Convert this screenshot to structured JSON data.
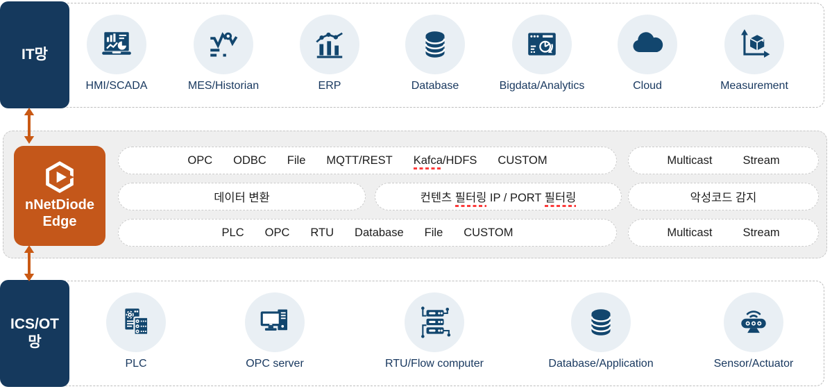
{
  "colors": {
    "navy_box": "#15395D",
    "icon_navy": "#12466E",
    "orange": "#C4571A",
    "arrow_orange": "#C95914",
    "label_navy": "#17375E",
    "panel_gray": "#EFEFEF",
    "circle_bg": "#E9EFF4",
    "spellcheck_red": "#FC3B3B"
  },
  "it_network": {
    "label": "IT망",
    "items": [
      {
        "label": "HMI/SCADA",
        "icon": "hmi-scada-icon"
      },
      {
        "label": "MES/Historian",
        "icon": "mes-historian-icon"
      },
      {
        "label": "ERP",
        "icon": "erp-icon"
      },
      {
        "label": "Database",
        "icon": "database-icon"
      },
      {
        "label": "Bigdata/Analytics",
        "icon": "bigdata-analytics-icon"
      },
      {
        "label": "Cloud",
        "icon": "cloud-icon"
      },
      {
        "label": "Measurement",
        "icon": "measurement-icon"
      }
    ]
  },
  "edge": {
    "title_line1": "nNetDiode",
    "title_line2": "Edge",
    "logo": "nnetdiode-logo",
    "pills": {
      "row1_left": {
        "w0": "OPC",
        "w1": "ODBC",
        "w2": "File",
        "w3": "MQTT/REST",
        "w4a": "Kafca",
        "w4b": "/HDFS",
        "w5": "CUSTOM"
      },
      "row1_right": {
        "w0": "Multicast",
        "w1": "Stream"
      },
      "row2_left": "데이터 변환",
      "row2_mid": {
        "s0": "컨텐츠 ",
        "s1": "필터링",
        "s2": " IP / PORT ",
        "s3": "필터링"
      },
      "row2_right": "악성코드 감지",
      "row3_left": {
        "w0": "PLC",
        "w1": "OPC",
        "w2": "RTU",
        "w3": "Database",
        "w4": "File",
        "w5": "CUSTOM"
      },
      "row3_right": {
        "w0": "Multicast",
        "w1": "Stream"
      }
    }
  },
  "ics_network": {
    "label_line1": "ICS/OT",
    "label_line2": "망",
    "items": [
      {
        "label": "PLC",
        "icon": "plc-icon"
      },
      {
        "label": "OPC server",
        "icon": "opc-server-icon"
      },
      {
        "label": "RTU/Flow computer",
        "icon": "rtu-flow-computer-icon"
      },
      {
        "label": "Database/Application",
        "icon": "database-application-icon"
      },
      {
        "label": "Sensor/Actuator",
        "icon": "sensor-actuator-icon"
      }
    ]
  }
}
